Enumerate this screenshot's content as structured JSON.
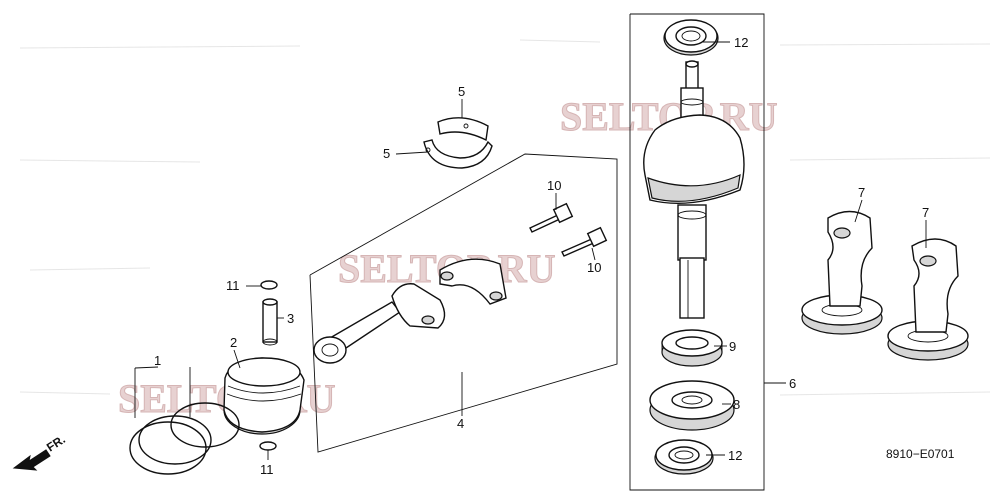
{
  "diagram": {
    "watermarks": [
      "SELTOP.RU",
      "SELTOP.RU",
      "SELTOP.RU"
    ],
    "diagram_code": "8910−E0701",
    "direction_label": "FR.",
    "callouts": {
      "piston_rings": "1",
      "piston": "2",
      "piston_pin": "3",
      "connecting_rod": "4",
      "rod_bearing_upper": "5",
      "rod_bearing_lower": "5",
      "crankshaft_assy": "6",
      "counterweight_left": "7",
      "counterweight_right": "7",
      "timing_gear": "8",
      "drive_gear": "9",
      "rod_bolt_upper": "10",
      "rod_bolt_lower": "10",
      "pin_clip_upper": "11",
      "pin_clip_lower": "11",
      "bearing_top": "12",
      "bearing_bottom": "12"
    }
  }
}
